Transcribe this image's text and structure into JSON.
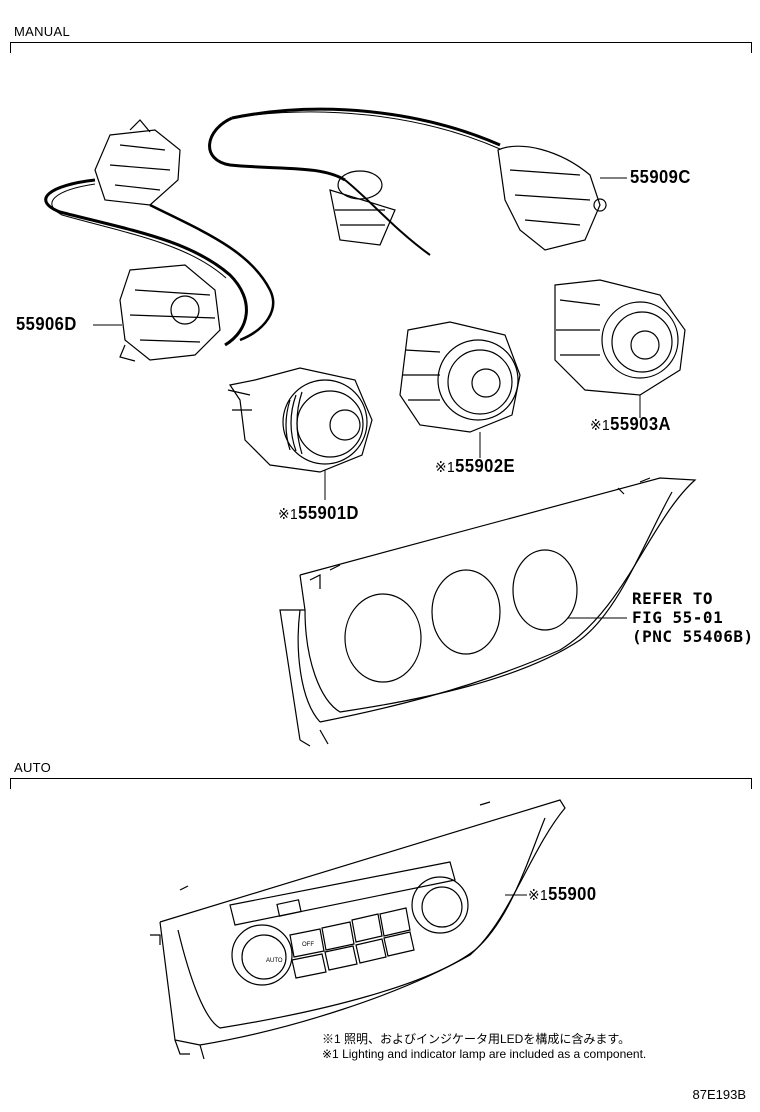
{
  "sections": {
    "manual": "MANUAL",
    "auto": "AUTO"
  },
  "parts": {
    "p55909C": "55909C",
    "p55906D": "55906D",
    "p55903A": "55903A",
    "p55902E": "55902E",
    "p55901D": "55901D",
    "p55900": "55900",
    "mark": "※1"
  },
  "reference": {
    "line1": "REFER TO",
    "line2": "FIG 55-01",
    "line3": "(PNC 55406B)"
  },
  "notes": {
    "jp": "※1 照明、およびインジケータ用LEDを構成に含みます。",
    "en": "※1 Lighting and indicator lamp are included as a component."
  },
  "diagram_id": "87E193B",
  "panel_text": {
    "auto": "AUTO",
    "off": "OFF"
  }
}
